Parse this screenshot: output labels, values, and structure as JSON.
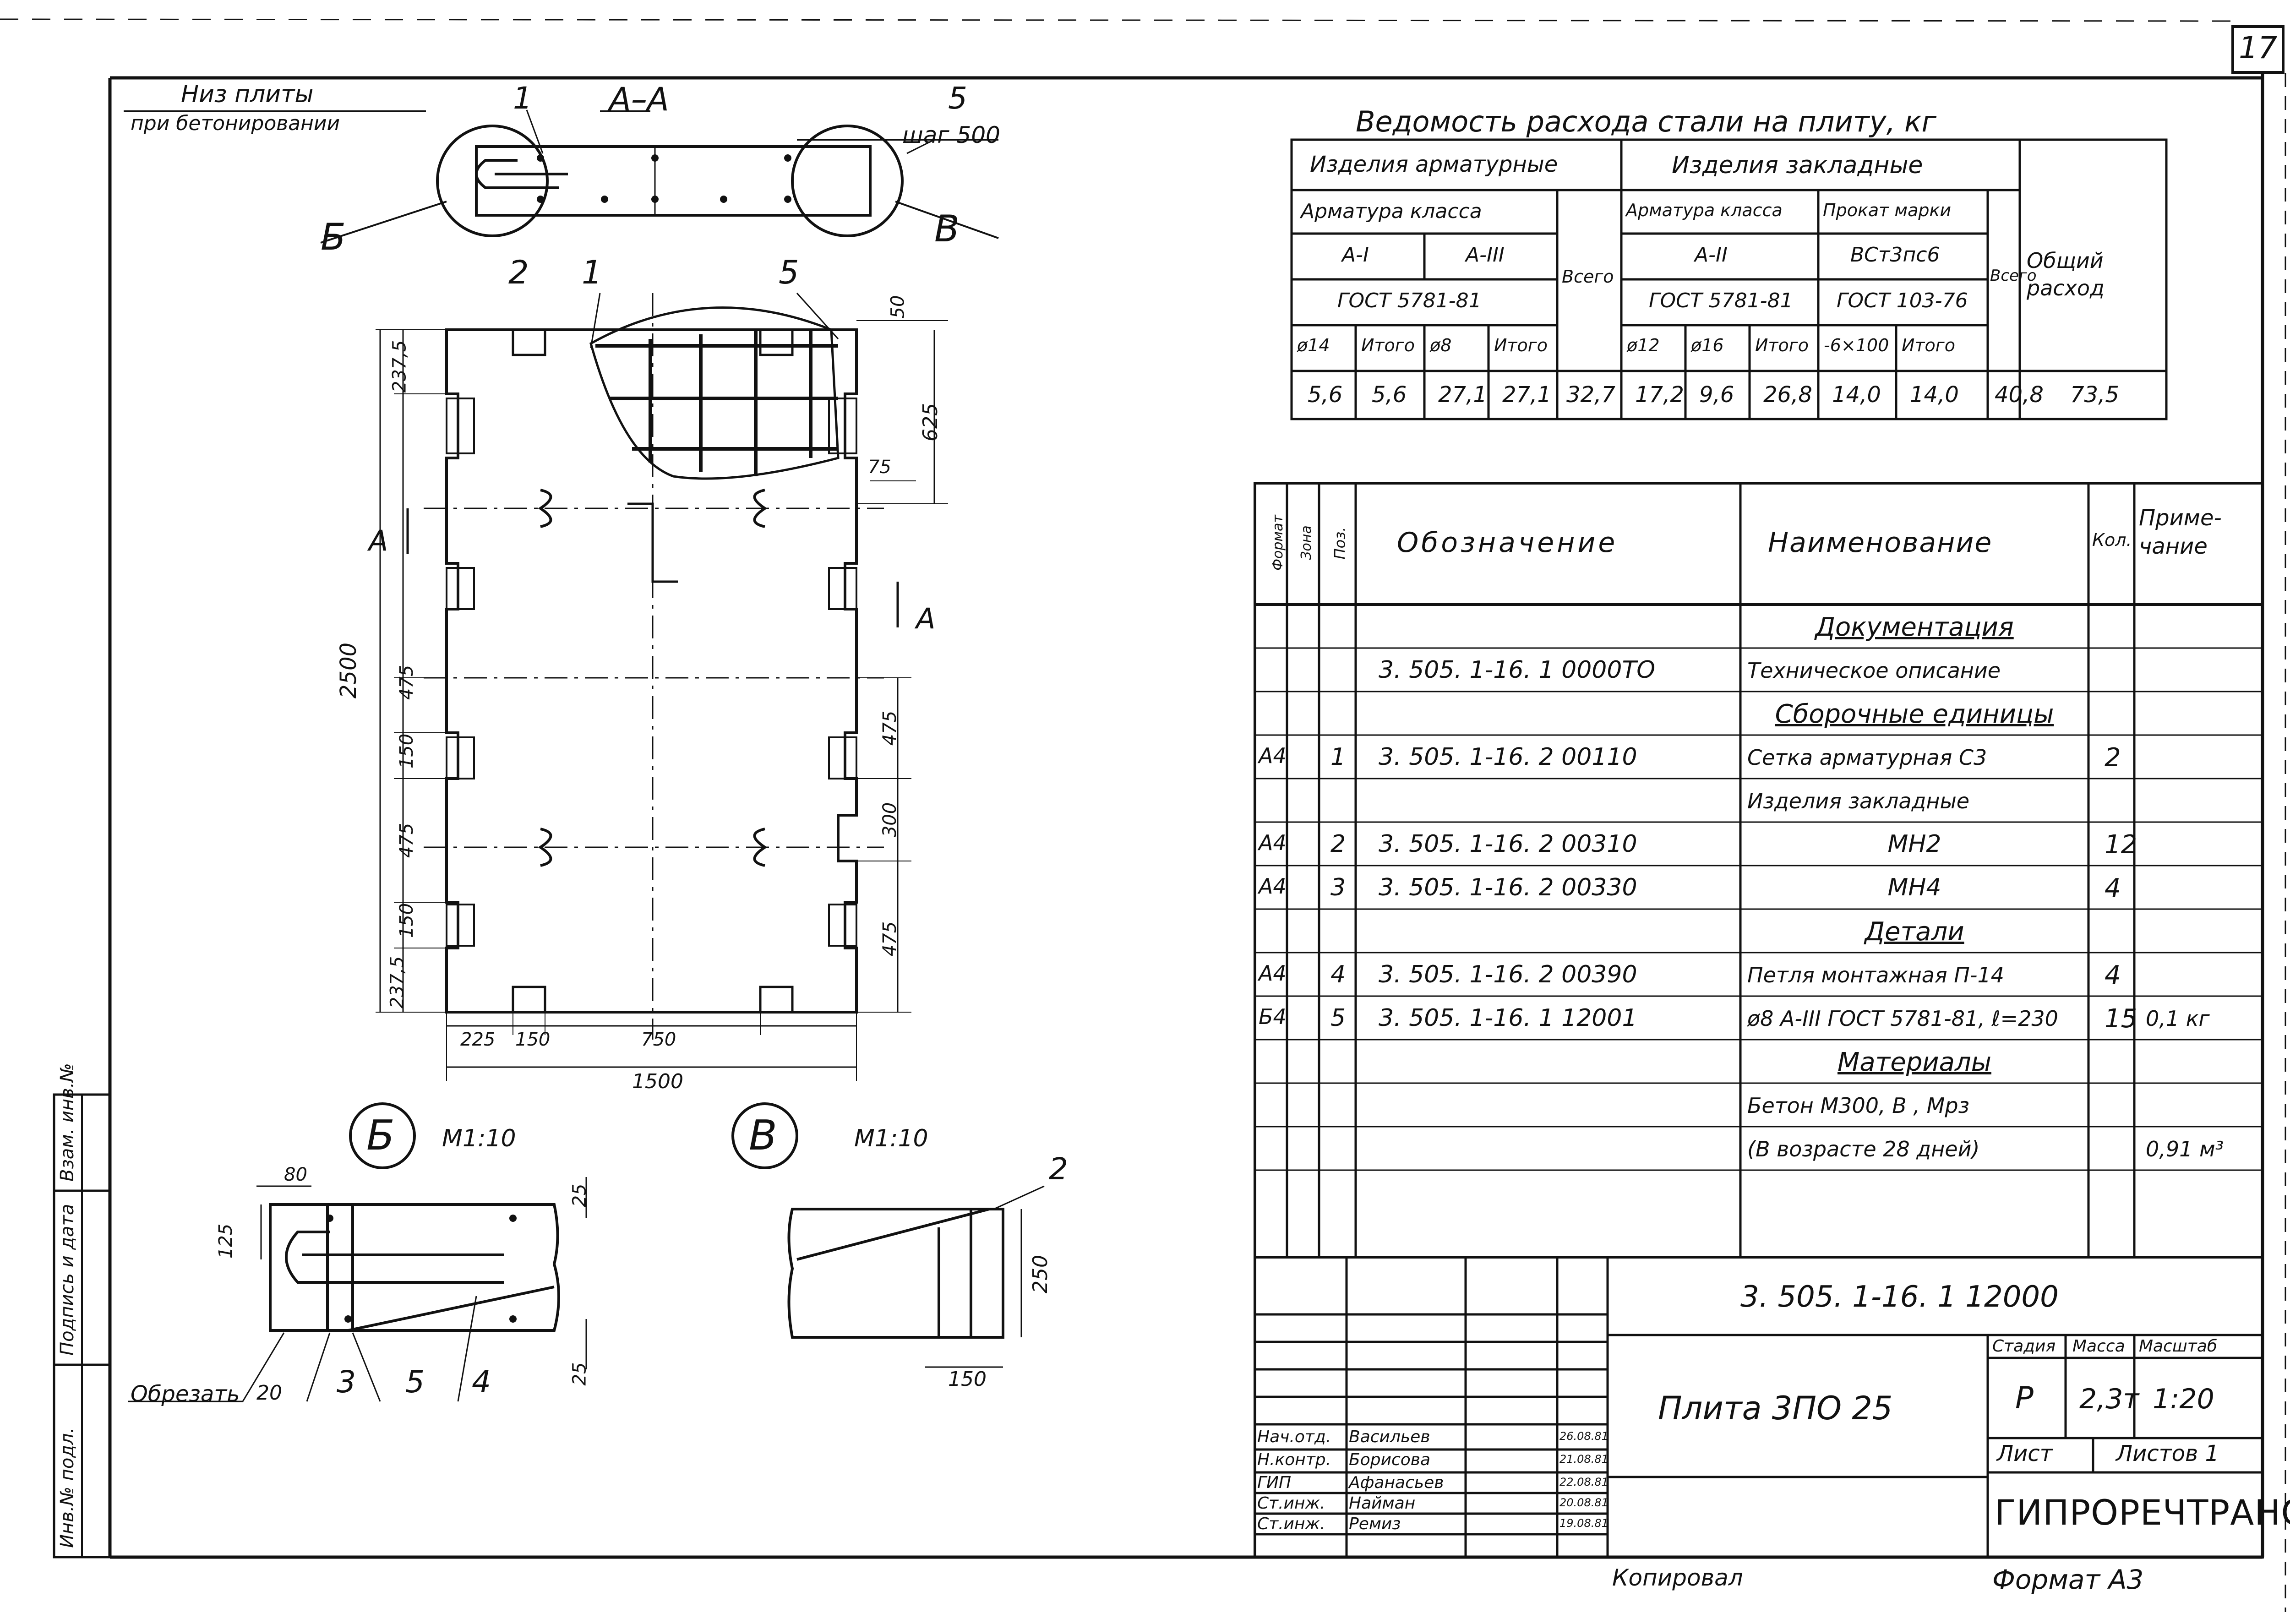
{
  "sheet": {
    "page_number": "17",
    "format": "Формат А3",
    "copied": "Копировал"
  },
  "view_aa": {
    "title": "А–А",
    "note_line1": "Низ плиты",
    "note_line2": "при бетонировании",
    "callout_1": "1",
    "callout_5": "5",
    "step": "шаг 500",
    "mark_b": "Б",
    "mark_v": "В"
  },
  "plan": {
    "callout_2": "2",
    "callout_1": "1",
    "callout_5": "5",
    "section_mark": "А",
    "dims": {
      "d50": "50",
      "d625": "625",
      "d75": "75",
      "d237_top": "237,5",
      "d2500": "2500",
      "d475a": "475",
      "d150a": "150",
      "d475b": "475",
      "d150b": "150",
      "d237_bot": "237,5",
      "r475a": "475",
      "r300": "300",
      "r475b": "475",
      "b225": "225",
      "b150": "150",
      "b750": "750",
      "b1500": "1500"
    }
  },
  "detail_b": {
    "label": "Б",
    "scale": "М1:10",
    "dim80": "80",
    "dim125": "125",
    "dim25a": "25",
    "dim25b": "25",
    "dim20": "20",
    "cut": "Обрезать",
    "c3": "3",
    "c5": "5",
    "c4": "4"
  },
  "detail_v": {
    "label": "В",
    "scale": "М1:10",
    "c2": "2",
    "dim250": "250",
    "dim150": "150"
  },
  "steel_table": {
    "title": "Ведомость расхода стали на плиту, кг",
    "h_arm": "Изделия арматурные",
    "h_zakl": "Изделия закладные",
    "h_arm_class": "Арматура класса",
    "h_all1": "Всего",
    "h_arm_class2": "Арматура класса",
    "h_prokat": "Прокат марки",
    "h_all2": "Всего",
    "h_total": "Общий расход",
    "h_a1": "А-I",
    "h_a3": "А-III",
    "h_a2": "А-II",
    "h_vst": "ВСт3пс6",
    "h_gost1": "ГОСТ 5781-81",
    "h_gost2": "ГОСТ 5781-81",
    "h_gost3": "ГОСТ 103-76",
    "sub": [
      "ø14",
      "Итого",
      "ø8",
      "Итого",
      "ø12",
      "ø16",
      "Итого",
      "-6×100",
      "Итого"
    ],
    "values": [
      "5,6",
      "5,6",
      "27,1",
      "27,1",
      "32,7",
      "17,2",
      "9,6",
      "26,8",
      "14,0",
      "14,0",
      "40,8",
      "73,5"
    ]
  },
  "spec": {
    "headers": {
      "format": "Формат",
      "zone": "Зона",
      "pos": "Поз.",
      "designation": "Обозначение",
      "name": "Наименование",
      "qty": "Кол.",
      "note": "Приме-чание"
    },
    "rows": [
      {
        "f": "",
        "z": "",
        "p": "",
        "d": "",
        "n": "Документация",
        "q": "",
        "note": "",
        "section": true
      },
      {
        "f": "",
        "z": "",
        "p": "",
        "d": "3. 505. 1-16. 1  0000ТО",
        "n": "Техническое описание",
        "q": "",
        "note": ""
      },
      {
        "f": "",
        "z": "",
        "p": "",
        "d": "",
        "n": "Сборочные единицы",
        "q": "",
        "note": "",
        "section": true
      },
      {
        "f": "А4",
        "z": "",
        "p": "1",
        "d": "3. 505. 1-16. 2  00110",
        "n": "Сетка арматурная С3",
        "q": "2",
        "note": ""
      },
      {
        "f": "",
        "z": "",
        "p": "",
        "d": "",
        "n": "Изделия закладные",
        "q": "",
        "note": ""
      },
      {
        "f": "А4",
        "z": "",
        "p": "2",
        "d": "3. 505. 1-16. 2  00310",
        "n": "МН2",
        "q": "12",
        "note": "",
        "center": true
      },
      {
        "f": "А4",
        "z": "",
        "p": "3",
        "d": "3. 505. 1-16. 2  00330",
        "n": "МН4",
        "q": "4",
        "note": "",
        "center": true
      },
      {
        "f": "",
        "z": "",
        "p": "",
        "d": "",
        "n": "Детали",
        "q": "",
        "note": "",
        "section": true
      },
      {
        "f": "А4",
        "z": "",
        "p": "4",
        "d": "3. 505. 1-16. 2  00390",
        "n": "Петля монтажная П-14",
        "q": "4",
        "note": ""
      },
      {
        "f": "Б4",
        "z": "",
        "p": "5",
        "d": "3. 505. 1-16. 1  12001",
        "n": "ø8 А-III ГОСТ 5781-81, ℓ=230",
        "q": "15",
        "note": "0,1 кг"
      },
      {
        "f": "",
        "z": "",
        "p": "",
        "d": "",
        "n": "Материалы",
        "q": "",
        "note": "",
        "section": true
      },
      {
        "f": "",
        "z": "",
        "p": "",
        "d": "",
        "n": "Бетон М300, В  , Мрз",
        "q": "",
        "note": ""
      },
      {
        "f": "",
        "z": "",
        "p": "",
        "d": "",
        "n": "(В возрасте 28 дней)",
        "q": "",
        "note": "0,91 м³"
      }
    ]
  },
  "stamp": {
    "code": "3. 505. 1-16. 1  12000",
    "name": "Плита  3ПО 25",
    "stage_h": "Стадия",
    "mass_h": "Масса",
    "scale_h": "Масштаб",
    "stage": "Р",
    "mass": "2,3т",
    "scale": "1:20",
    "sheet_h": "Лист",
    "sheets_h": "Листов 1",
    "org": "ГИПРОРЕЧТРАНС",
    "people": [
      {
        "role": "Нач.отд.",
        "name": "Васильев",
        "date": "26.08.81"
      },
      {
        "role": "Н.контр.",
        "name": "Борисова",
        "date": "21.08.81"
      },
      {
        "role": "ГИП",
        "name": "Афанасьев",
        "date": "22.08.81"
      },
      {
        "role": "Ст.инж.",
        "name": "Найман",
        "date": "20.08.81"
      },
      {
        "role": "Ст.инж.",
        "name": "Ремиз",
        "date": "19.08.81"
      }
    ]
  },
  "side_strip": {
    "inv_orig": "Инв.№ подл.",
    "sign_date": "Подпись и дата",
    "inv_replace": "Взам. инв.№"
  }
}
